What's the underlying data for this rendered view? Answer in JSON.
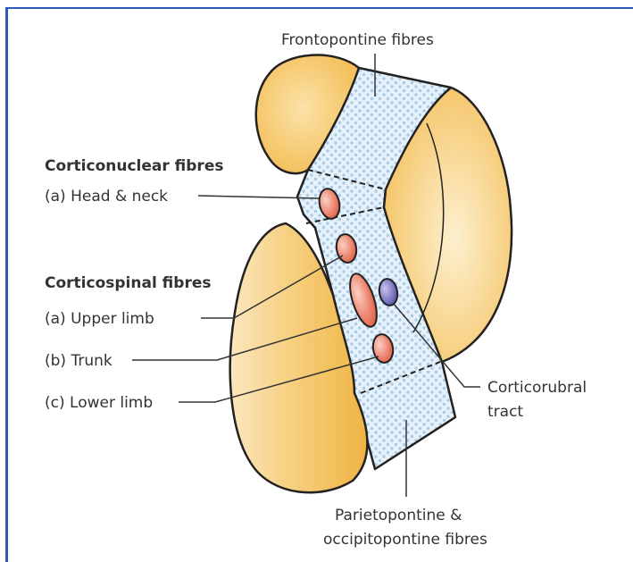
{
  "labels": {
    "frontopontine": "Frontopontine fibres",
    "corticonuclear_heading": "Corticonuclear fibres",
    "head_neck": "(a) Head & neck",
    "corticospinal_heading": "Corticospinal fibres",
    "upper_limb": "(a) Upper limb",
    "trunk": "(b) Trunk",
    "lower_limb": "(c) Lower limb",
    "corticorubral_line1": "Corticorubral",
    "corticorubral_line2": "tract",
    "parietopontine_line1": "Parietopontine &",
    "parietopontine_line2": "occipitopontine fibres"
  },
  "colors": {
    "frame_border": "#2f57b5",
    "nucleus_fill": "#f5c55a",
    "capsule_fill": "#e6f1fa",
    "capsule_dots": "#a9cbe8",
    "tract_red": "#e8705a",
    "tract_purple": "#6b63b8",
    "outline": "#222222",
    "label_text": "#333333"
  }
}
